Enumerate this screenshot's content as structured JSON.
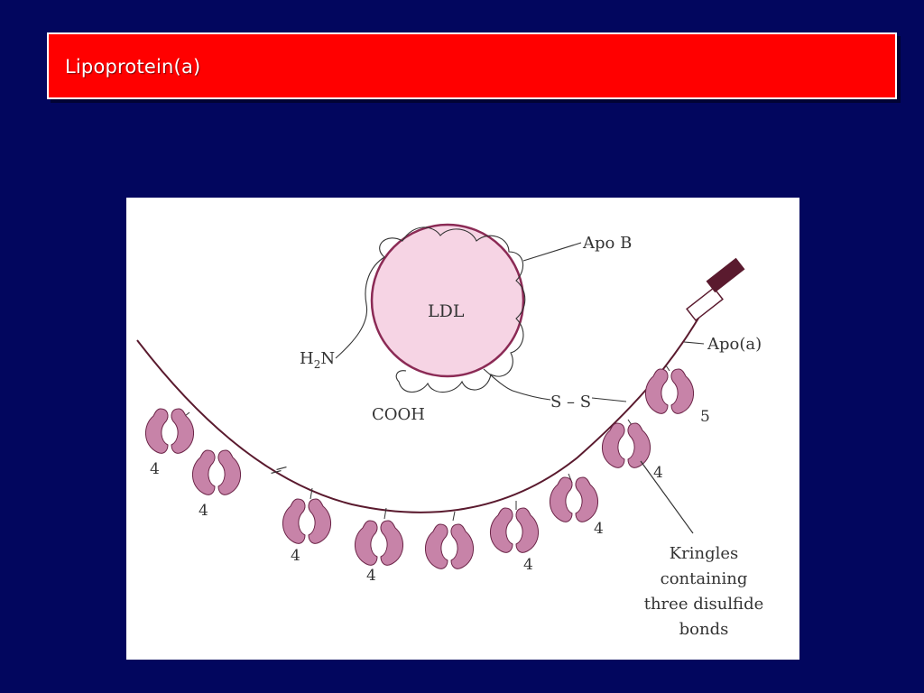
{
  "slide": {
    "title": "Lipoprotein(a)"
  },
  "diagram": {
    "labels": {
      "ldl": "LDL",
      "apo_b": "Apo B",
      "h2n_prefix": "H",
      "h2n_sub": "2",
      "h2n_suffix": "N",
      "cooh": "COOH",
      "disulfide": "S – S",
      "apo_a": "Apo(a)",
      "kringle_note_1": "Kringles",
      "kringle_note_2": "containing",
      "kringle_note_3": "three disulfide",
      "kringle_note_4": "bonds"
    },
    "kringle_numbers": [
      "4",
      "4",
      "4",
      "4",
      "4",
      "4",
      "4",
      "5"
    ],
    "colors": {
      "ldl_fill": "#f6d4e4",
      "ldl_stroke": "#8b2a55",
      "kringle_fill": "#c783a8",
      "protease_domain": "#5a1a2e"
    }
  }
}
